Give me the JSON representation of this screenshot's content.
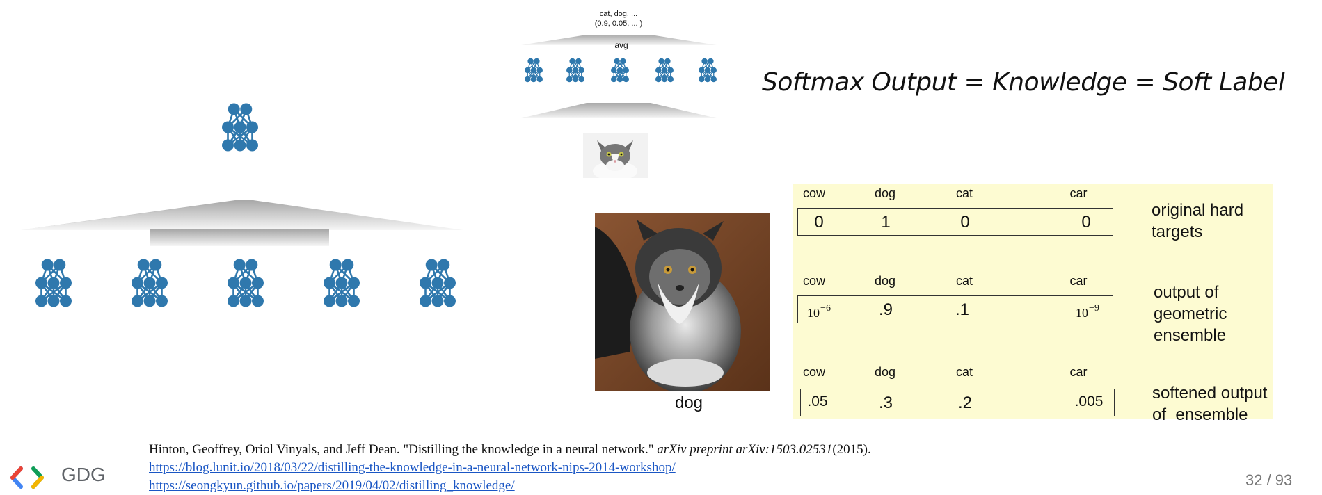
{
  "slide": {
    "title": "Softmax Output = Knowledge = Soft Label",
    "page_number": "32 / 93"
  },
  "small_ensemble": {
    "output_label_line1": "cat, dog, ...",
    "output_label_line2": "(0.9, 0.05, ... )",
    "avg_label": "avg"
  },
  "dog_image": {
    "caption": "dog"
  },
  "targets_table": {
    "rows": [
      {
        "headers": [
          "cow",
          "dog",
          "cat",
          "car"
        ],
        "values": [
          "0",
          "1",
          "0",
          "0"
        ],
        "label_line1": "original hard",
        "label_line2": "targets",
        "label_line3": ""
      },
      {
        "headers": [
          "cow",
          "dog",
          "cat",
          "car"
        ],
        "values": [
          "10",
          ".9",
          ".1",
          "10"
        ],
        "exponents": [
          "−6",
          "",
          "",
          "−9"
        ],
        "label_line1": "output of",
        "label_line2": "geometric",
        "label_line3": "ensemble"
      },
      {
        "headers": [
          "cow",
          "dog",
          "cat",
          "car"
        ],
        "values": [
          ".05",
          ".3",
          ".2",
          ".005"
        ],
        "label_line1": "softened output",
        "label_line2": "of  ensemble",
        "label_line3": ""
      }
    ]
  },
  "footer": {
    "citation_authors": "Hinton, Geoffrey, Oriol Vinyals, and Jeff Dean. \"Distilling the knowledge in a neural network.\" ",
    "citation_venue": "arXiv preprint arXiv:1503.02531",
    "citation_year": "(2015).",
    "link1": "https://blog.lunit.io/2018/03/22/distilling-the-knowledge-in-a-neural-network-nips-2014-workshop/",
    "link2": "https://seongkyun.github.io/papers/2019/04/02/distilling_knowledge/",
    "logo_text": "GDG"
  },
  "colors": {
    "network_node": "#2f78ad",
    "panel_bg": "#fdfbd2",
    "link": "#1a56c4"
  }
}
